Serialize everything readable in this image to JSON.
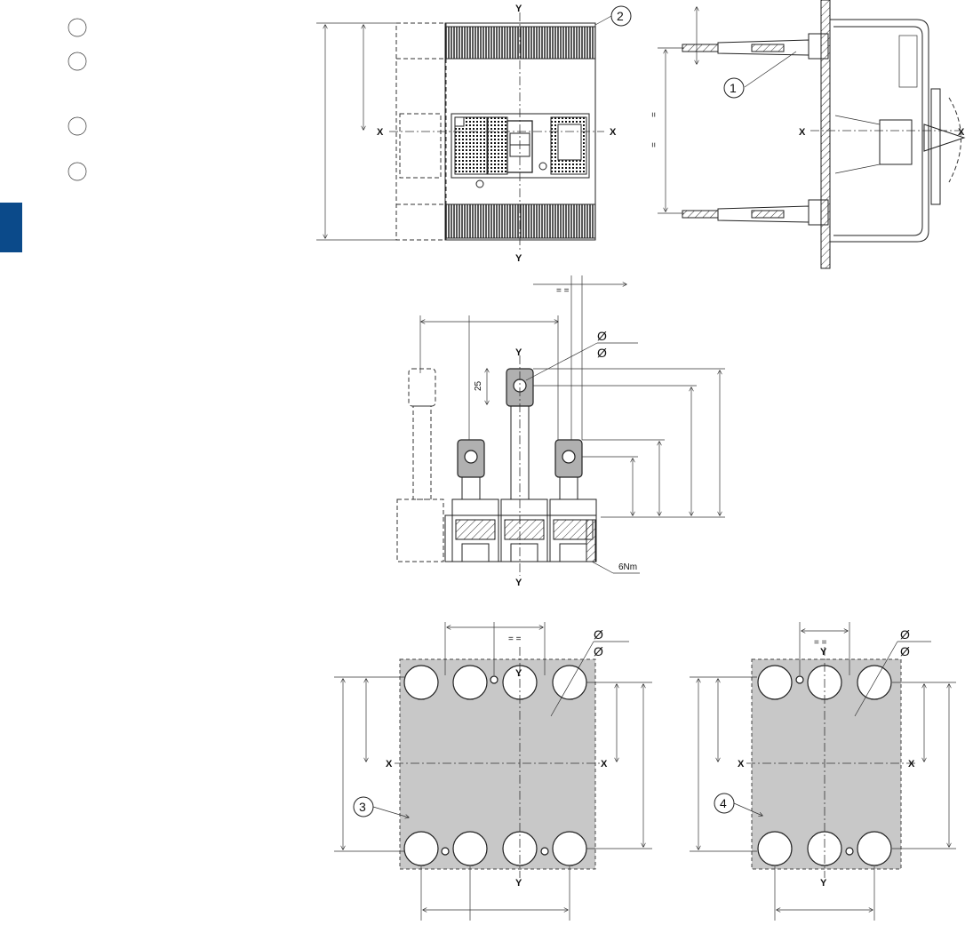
{
  "legend": {
    "markers": [
      "",
      "",
      "",
      ""
    ]
  },
  "callouts": {
    "c1": "1",
    "c2": "2",
    "c3": "3",
    "c4": "4"
  },
  "axes": {
    "x": "X",
    "y": "Y"
  },
  "dimensions": {
    "eq": "=",
    "eq_pair": "= =",
    "dia": "Ø",
    "height_25": "25",
    "torque": "6Nm"
  },
  "colors": {
    "side_tab": "#0b4a8a",
    "plate": "#c8c8c8",
    "lines": "#222222"
  }
}
